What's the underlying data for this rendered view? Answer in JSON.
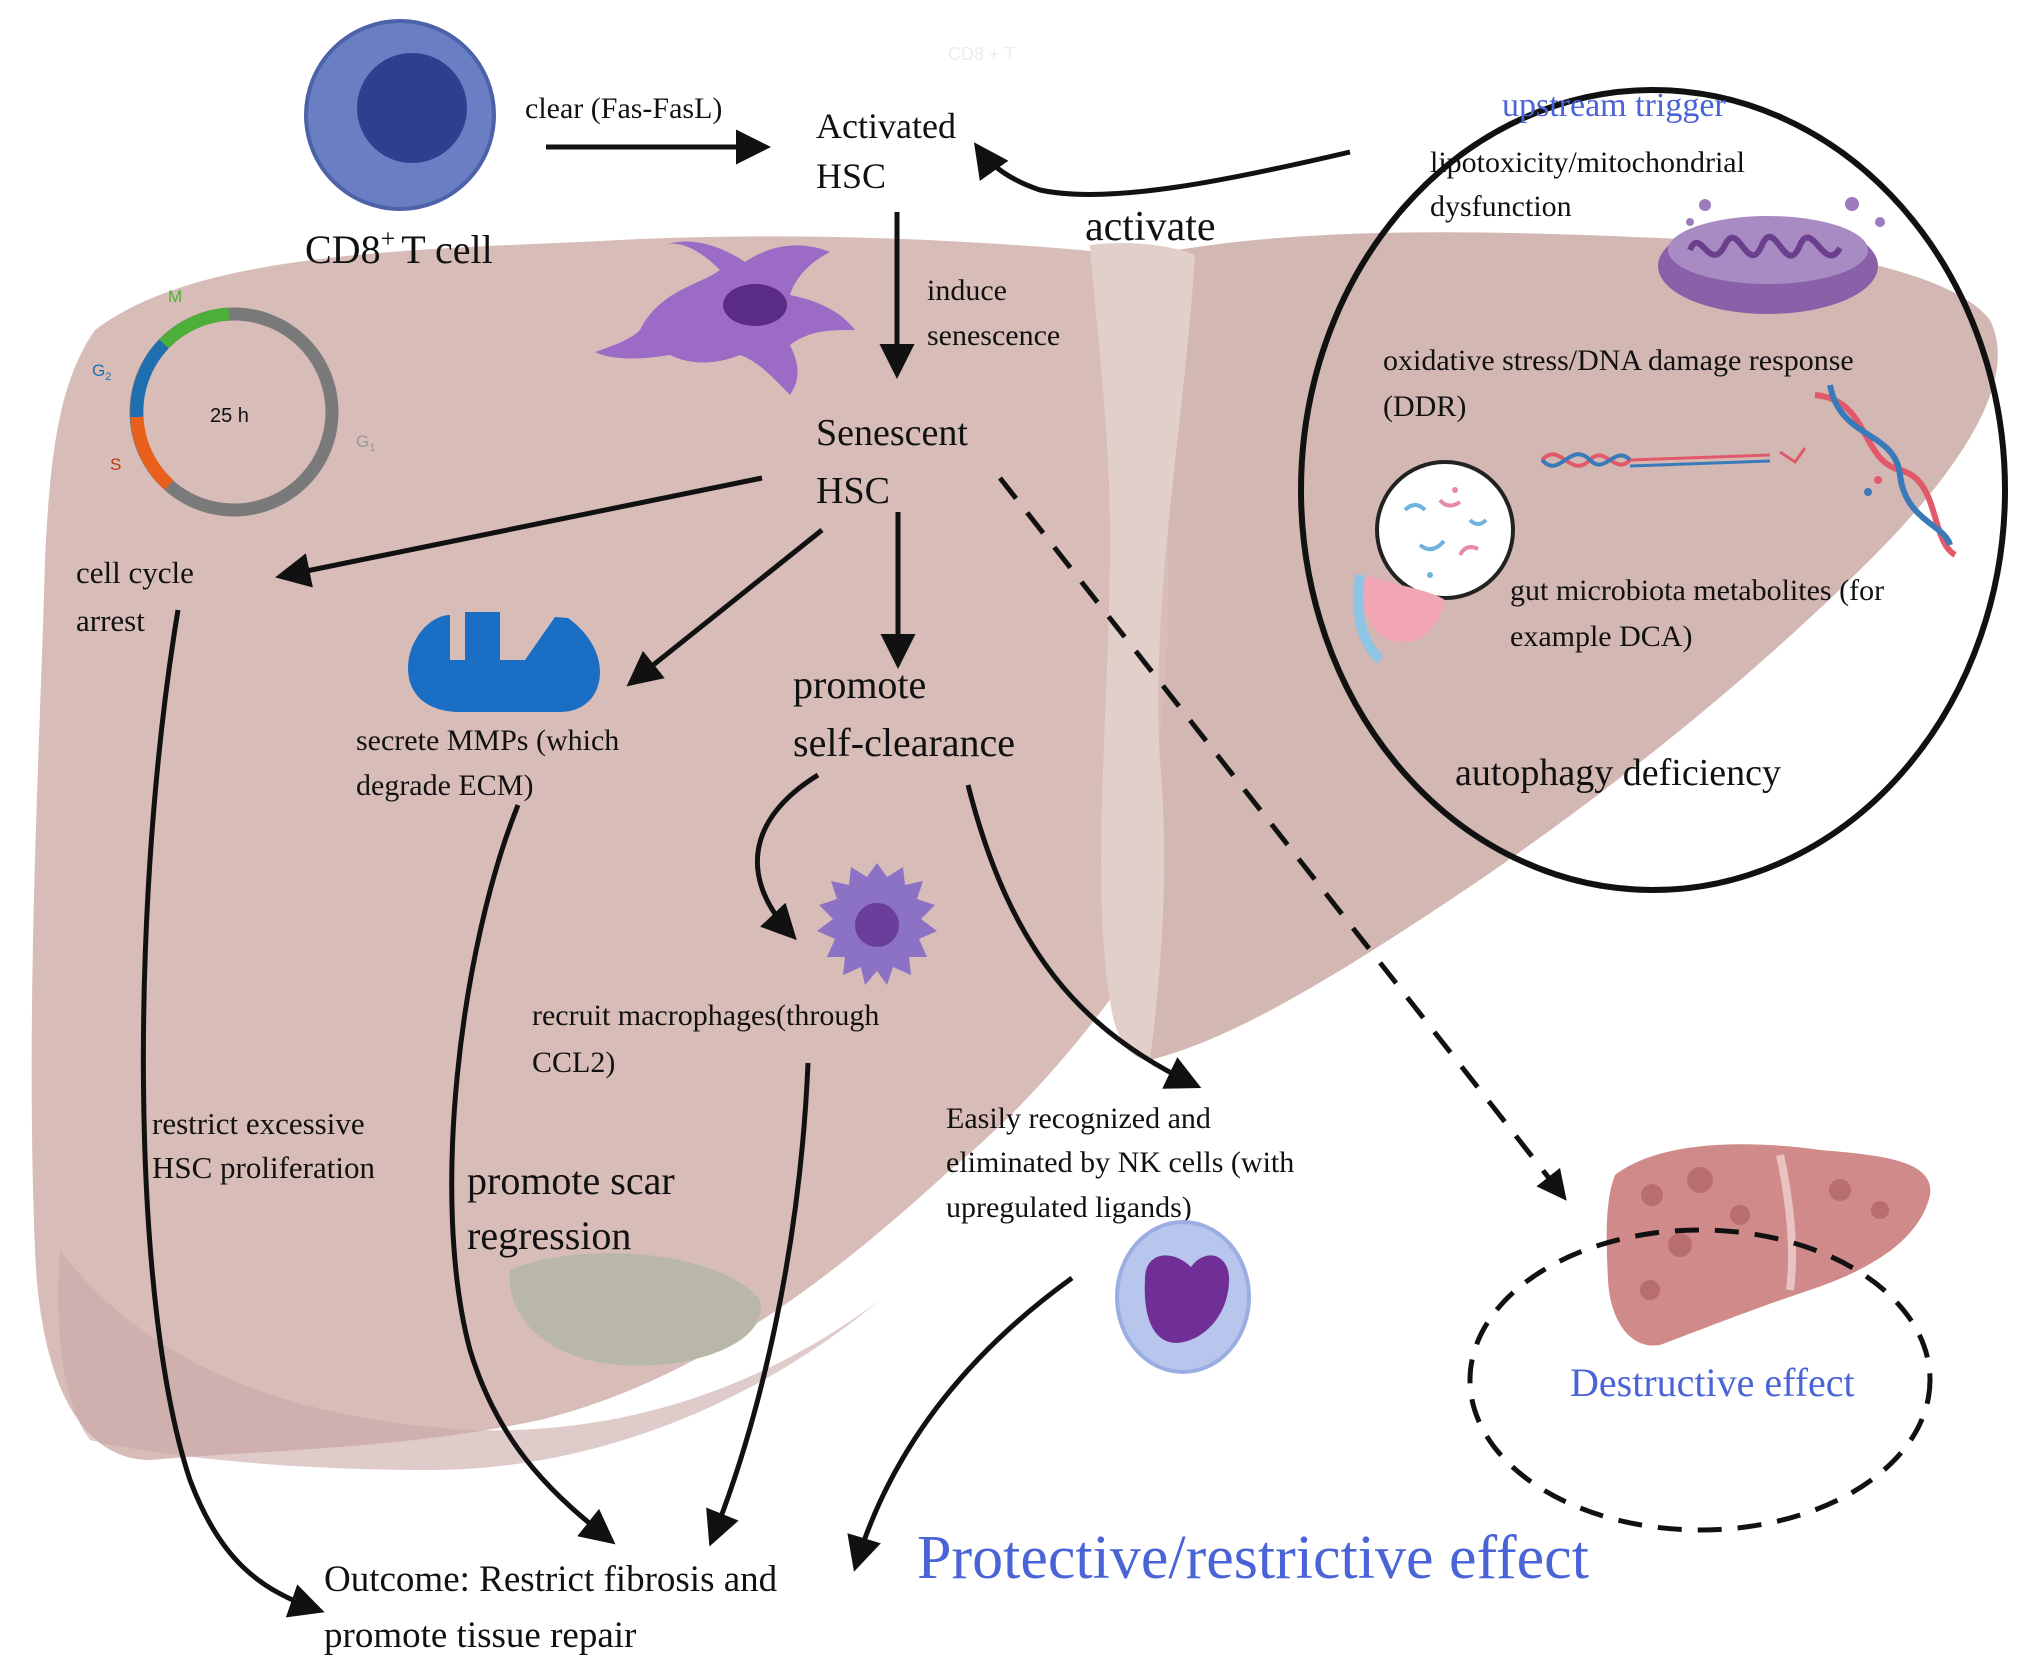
{
  "cd8": {
    "label_main": "CD8",
    "label_sup": "+",
    "label_rest": "T cell",
    "faint_label": "CD8 + T"
  },
  "edges": {
    "clear": "clear (Fas-FasL)",
    "activate": "activate",
    "induce_1": "induce",
    "induce_2": "senescence"
  },
  "nodes": {
    "activated_1": "Activated",
    "activated_2": "HSC",
    "senescent_1": "Senescent",
    "senescent_2": "HSC",
    "cell_cycle_1": "cell cycle",
    "cell_cycle_2": "arrest",
    "mmp_1": "secrete MMPs (which",
    "mmp_2": "degrade ECM)",
    "promote_1": "promote",
    "promote_2": "self-clearance",
    "macro_1": "recruit macrophages(through",
    "macro_2": "CCL2)",
    "nk_1": "Easily recognized and",
    "nk_2": "eliminated by NK cells (with",
    "nk_3": "upregulated ligands)",
    "restrict_1": "restrict excessive",
    "restrict_2": "HSC proliferation",
    "scar_1": "promote scar",
    "scar_2": "regression",
    "outcome_1": "Outcome: Restrict fibrosis and",
    "outcome_2": "promote tissue repair"
  },
  "cell_cycle": {
    "center": "25 h",
    "m": "M",
    "g2": "G",
    "g2_sub": "2",
    "s": "S",
    "g1": "G",
    "g1_sub": "1"
  },
  "upstream": {
    "title": "upstream trigger",
    "item1_1": "lipotoxicity/mitochondrial",
    "item1_2": "dysfunction",
    "item2_1": "oxidative stress/DNA damage response",
    "item2_2": "(DDR)",
    "item3_1": "gut microbiota metabolites (for",
    "item3_2": "example DCA)",
    "item4": "autophagy deficiency"
  },
  "effects": {
    "destructive": "Destructive effect",
    "protective": "Protective/restrictive effect"
  },
  "colors": {
    "liver": "#d4b6b2",
    "liver_light": "#ddc8c4",
    "accent_blue": "#4a63d6",
    "hsc_purple": "#9b6bc6",
    "mmp_blue": "#1a6ec4",
    "cd8_blue": "#6a7fc3",
    "cd8_nucleus": "#2e3f8f",
    "nk_purple": "#6f2f96",
    "phase_m": "#4caf3a",
    "phase_g2": "#1f6fb0",
    "phase_s": "#e8601c",
    "phase_g1": "#7a7a7a"
  }
}
